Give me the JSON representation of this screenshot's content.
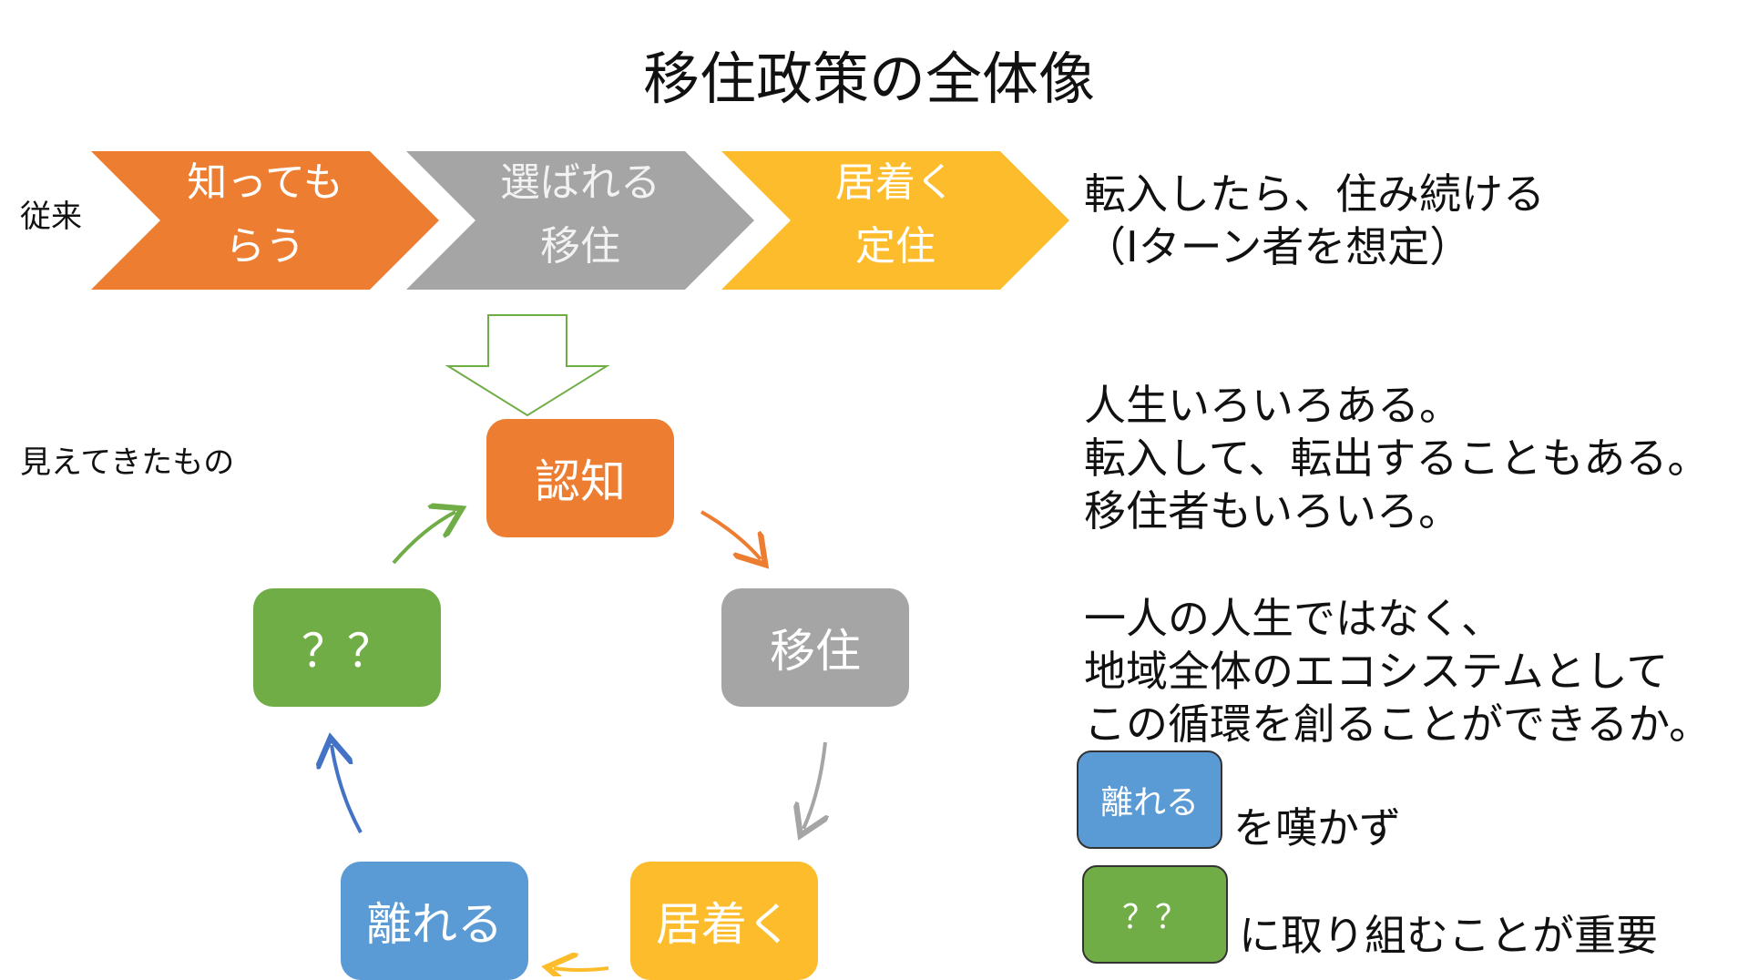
{
  "title": "移住政策の全体像",
  "rows": {
    "traditional_label": "従来",
    "discovered_label": "見えてきたもの"
  },
  "chevrons": [
    {
      "line1": "知っても",
      "line2": "らう",
      "color": "#ed7d31"
    },
    {
      "line1": "選ばれる",
      "line2": "移住",
      "color": "#a5a5a5"
    },
    {
      "line1": "居着く",
      "line2": "定住",
      "color": "#fcbc2c"
    }
  ],
  "chevron_note": {
    "line1": "転入したら、住み続ける",
    "line2": "（Iターン者を想定）"
  },
  "cycle": {
    "recognition": "認知",
    "migration": "移住",
    "settle": "居着く",
    "leave": "離れる",
    "unknown": "？？"
  },
  "notes": {
    "block1": [
      "人生いろいろある。",
      "転入して、転出することもある。",
      "移住者もいろいろ。"
    ],
    "block2": [
      "一人の人生ではなく、",
      "地域全体のエコシステムとして",
      "この循環を創ることができるか。"
    ]
  },
  "legend": {
    "leave_box": "離れる",
    "leave_text": "を嘆かず",
    "unknown_box": "？？",
    "unknown_text": "に取り組むことが重要"
  },
  "colors": {
    "orange": "#ed7d31",
    "gray": "#a5a5a5",
    "yellow": "#fcbc2c",
    "blue": "#5b9bd5",
    "green": "#70ad47",
    "down_arrow": "#70ad47"
  }
}
